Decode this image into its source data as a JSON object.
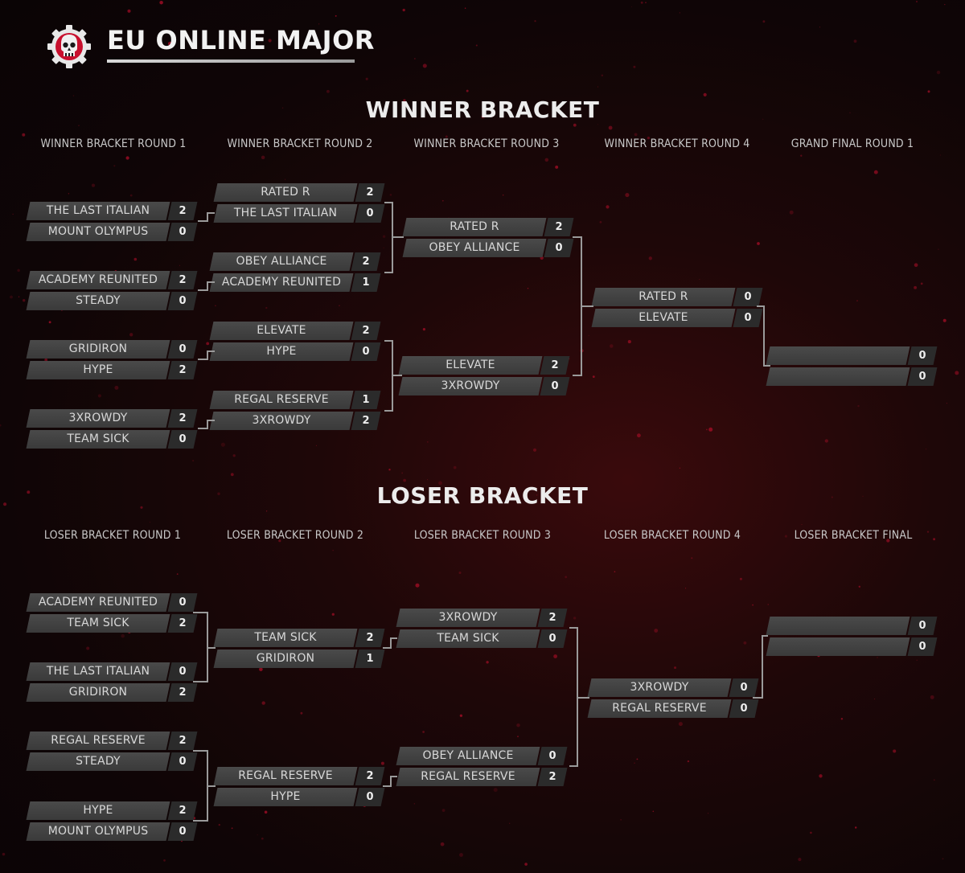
{
  "event_title": "EU ONLINE MAJOR",
  "colors": {
    "accent": "#c8102e",
    "cell": "#424242",
    "score_cell": "#2b2b2b",
    "connector": "#9a9a9a"
  },
  "winner_bracket": {
    "title": "WINNER BRACKET",
    "rounds": [
      "WINNER BRACKET ROUND 1",
      "WINNER BRACKET ROUND 2",
      "WINNER BRACKET ROUND 3",
      "WINNER BRACKET ROUND 4",
      "GRAND FINAL ROUND 1"
    ],
    "matches": [
      {
        "round": 0,
        "teams": [
          [
            "THE LAST ITALIAN",
            "2"
          ],
          [
            "MOUNT OLYMPUS",
            "0"
          ]
        ]
      },
      {
        "round": 0,
        "teams": [
          [
            "ACADEMY REUNITED",
            "2"
          ],
          [
            "STEADY",
            "0"
          ]
        ]
      },
      {
        "round": 0,
        "teams": [
          [
            "GRIDIRON",
            "0"
          ],
          [
            "HYPE",
            "2"
          ]
        ]
      },
      {
        "round": 0,
        "teams": [
          [
            "3XROWDY",
            "2"
          ],
          [
            "TEAM SICK",
            "0"
          ]
        ]
      },
      {
        "round": 1,
        "teams": [
          [
            "RATED R",
            "2"
          ],
          [
            "THE LAST ITALIAN",
            "0"
          ]
        ]
      },
      {
        "round": 1,
        "teams": [
          [
            "OBEY ALLIANCE",
            "2"
          ],
          [
            "ACADEMY REUNITED",
            "1"
          ]
        ]
      },
      {
        "round": 1,
        "teams": [
          [
            "ELEVATE",
            "2"
          ],
          [
            "HYPE",
            "0"
          ]
        ]
      },
      {
        "round": 1,
        "teams": [
          [
            "REGAL RESERVE",
            "1"
          ],
          [
            "3XROWDY",
            "2"
          ]
        ]
      },
      {
        "round": 2,
        "teams": [
          [
            "RATED R",
            "2"
          ],
          [
            "OBEY ALLIANCE",
            "0"
          ]
        ]
      },
      {
        "round": 2,
        "teams": [
          [
            "ELEVATE",
            "2"
          ],
          [
            "3XROWDY",
            "0"
          ]
        ]
      },
      {
        "round": 3,
        "teams": [
          [
            "RATED R",
            "0"
          ],
          [
            "ELEVATE",
            "0"
          ]
        ]
      },
      {
        "round": 4,
        "teams": [
          [
            "",
            "0"
          ],
          [
            "",
            "0"
          ]
        ]
      }
    ]
  },
  "loser_bracket": {
    "title": "LOSER BRACKET",
    "rounds": [
      "LOSER BRACKET ROUND 1",
      "LOSER BRACKET ROUND 2",
      "LOSER BRACKET ROUND 3",
      "LOSER BRACKET ROUND 4",
      "LOSER BRACKET FINAL"
    ],
    "matches": [
      {
        "round": 0,
        "teams": [
          [
            "ACADEMY REUNITED",
            "0"
          ],
          [
            "TEAM SICK",
            "2"
          ]
        ]
      },
      {
        "round": 0,
        "teams": [
          [
            "THE LAST ITALIAN",
            "0"
          ],
          [
            "GRIDIRON",
            "2"
          ]
        ]
      },
      {
        "round": 0,
        "teams": [
          [
            "REGAL RESERVE",
            "2"
          ],
          [
            "STEADY",
            "0"
          ]
        ]
      },
      {
        "round": 0,
        "teams": [
          [
            "HYPE",
            "2"
          ],
          [
            "MOUNT OLYMPUS",
            "0"
          ]
        ]
      },
      {
        "round": 1,
        "teams": [
          [
            "TEAM SICK",
            "2"
          ],
          [
            "GRIDIRON",
            "1"
          ]
        ]
      },
      {
        "round": 1,
        "teams": [
          [
            "REGAL RESERVE",
            "2"
          ],
          [
            "HYPE",
            "0"
          ]
        ]
      },
      {
        "round": 2,
        "teams": [
          [
            "3XROWDY",
            "2"
          ],
          [
            "TEAM SICK",
            "0"
          ]
        ]
      },
      {
        "round": 2,
        "teams": [
          [
            "OBEY ALLIANCE",
            "0"
          ],
          [
            "REGAL RESERVE",
            "2"
          ]
        ]
      },
      {
        "round": 3,
        "teams": [
          [
            "3XROWDY",
            "0"
          ],
          [
            "REGAL RESERVE",
            "0"
          ]
        ]
      },
      {
        "round": 4,
        "teams": [
          [
            "",
            "0"
          ],
          [
            "",
            "0"
          ]
        ]
      }
    ]
  }
}
